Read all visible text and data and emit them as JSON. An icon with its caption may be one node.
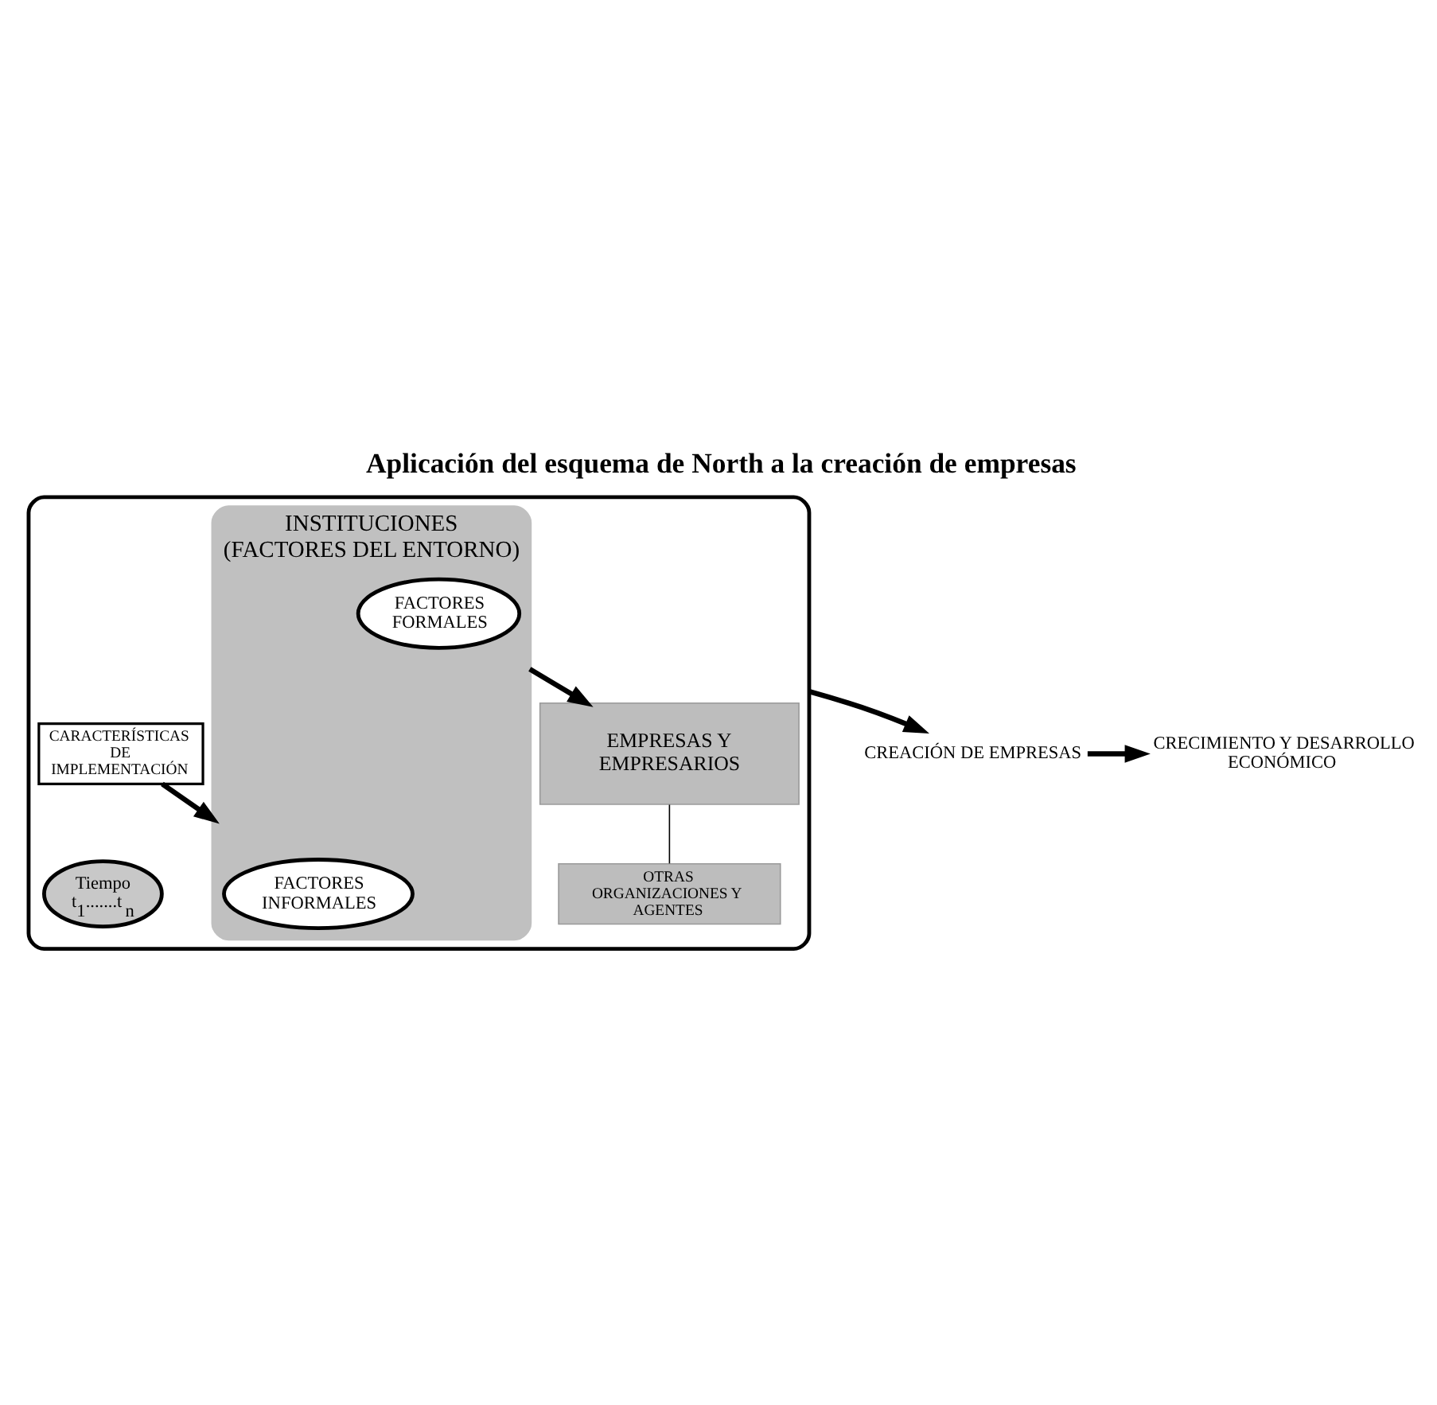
{
  "diagram": {
    "title": "Aplicación del esquema de North a la creación de empresas",
    "nodes": [
      {
        "text": [],
        "shape": "box"
      },
      {
        "text": [
          "INSTITUCIONES",
          "(FACTORES DEL ENTORNO)"
        ],
        "in": 0
      },
      {
        "text": [
          "FACTORES FORMALES"
        ],
        "in": 1
      },
      {
        "text": [
          "FACTORES INFORMALES"
        ],
        "in": 1
      },
      {
        "text": [
          "EMPRESAS Y EMPRESARIOS"
        ],
        "in": 0
      },
      {
        "text": [
          "OTRAS ORGANIZACIONES Y AGENTES"
        ],
        "in": 0
      },
      {
        "text": [
          "CARACTERÍSTICAS DE IMPLEMENTACIÓN"
        ],
        "in": 0
      },
      {
        "text": [
          "Tiempo",
          "t$_{1}$.......t$_{n}$"
        ],
        "in": 0
      },
      {
        "text": [
          "CREACIÓN DE EMPRESAS"
        ]
      },
      {
        "text": [
          "CRECIMIENTO Y DESARROLLO ECONÓMICO"
        ]
      }
    ],
    "edges": [
      {
        "from": 1,
        "to": 4,
        "arrow": "to"
      },
      {
        "from": 4,
        "to": 5,
        "arrow": "none"
      },
      {
        "from": 6,
        "to": 1,
        "arrow": "to"
      },
      {
        "from": 0,
        "to": 8,
        "arrow": "to"
      },
      {
        "from": 8,
        "to": 9,
        "arrow": "to"
      }
    ]
  }
}
